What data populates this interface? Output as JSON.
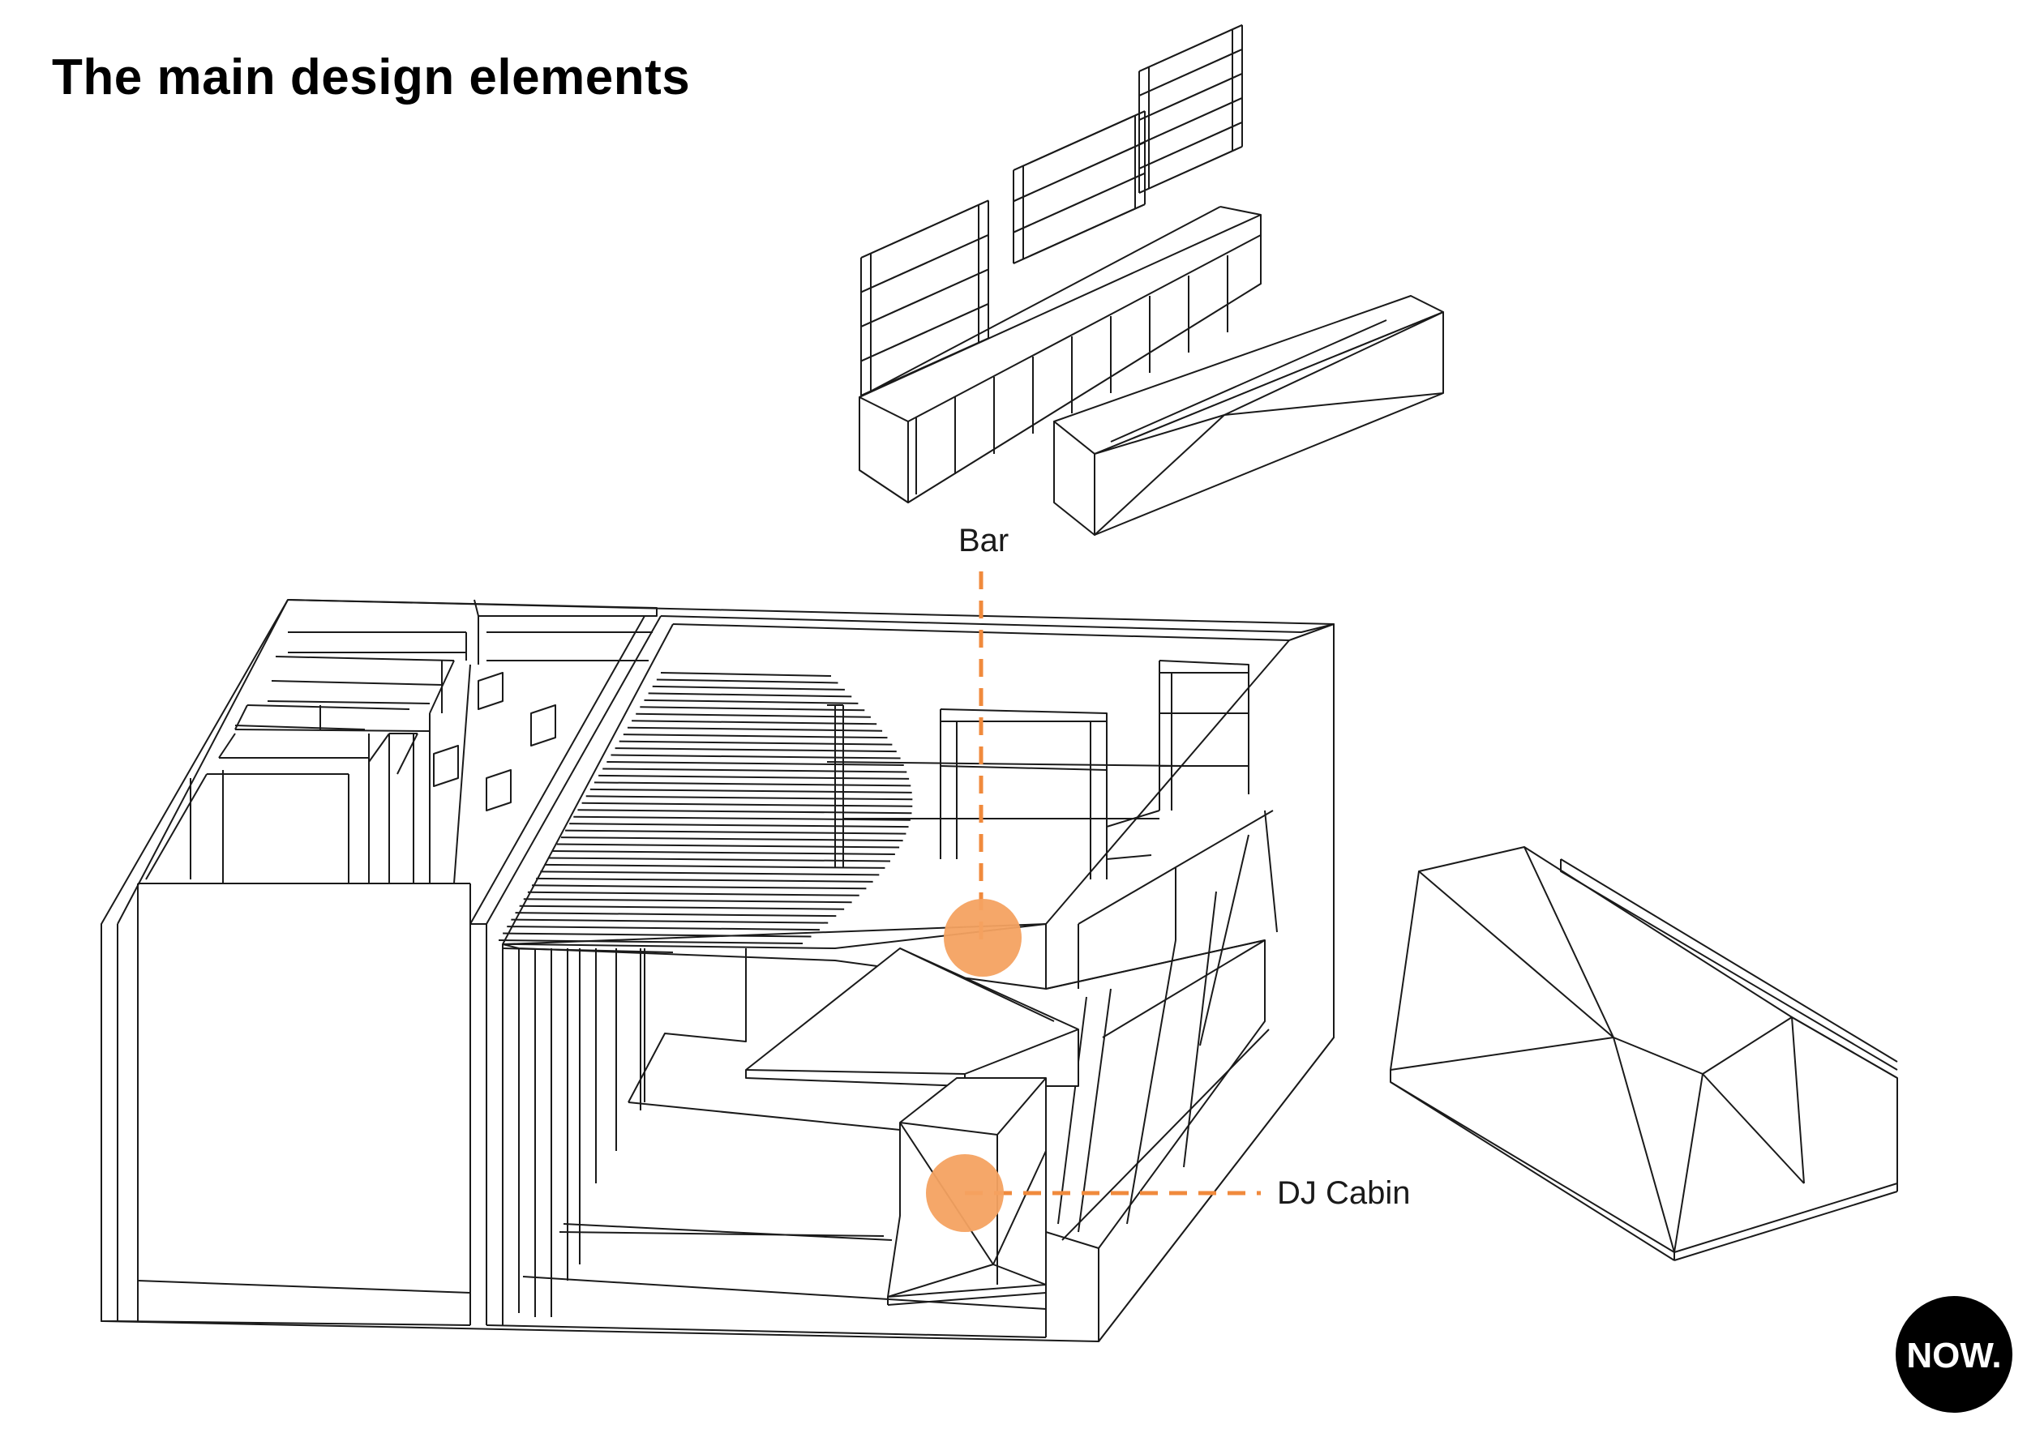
{
  "title": "The main design elements",
  "callouts": {
    "bar": "Bar",
    "dj_cabin": "DJ Cabin"
  },
  "logo": {
    "text": "NOW."
  },
  "colors": {
    "accent": "#f4a261",
    "callout_line": "#f08a3c",
    "ink": "#1a1a1a",
    "logo_bg": "#000000"
  }
}
